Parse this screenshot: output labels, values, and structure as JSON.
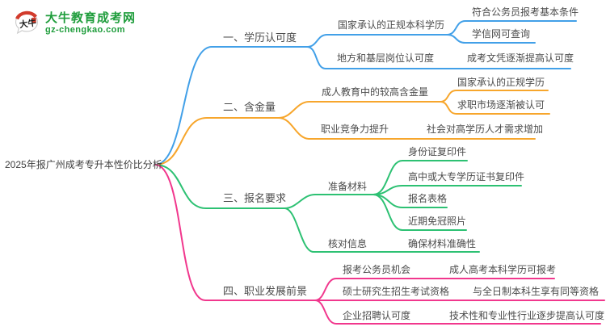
{
  "logo": {
    "icon_text": "大牛",
    "site_name": "大牛教育成考网",
    "site_url": "gz-chengkao.com"
  },
  "colors": {
    "branch1": "#42a0e8",
    "branch2": "#f7a62c",
    "branch3": "#2dc173",
    "branch4": "#f1378d",
    "text": "#4b4b4b",
    "logo_green": "#1f9d3c",
    "logo_red": "#d23b2c"
  },
  "root": {
    "label": "2025年报广州成考专升本性价比分析"
  },
  "branches": [
    {
      "label": "一、学历认可度",
      "children": [
        {
          "label": "国家承认的正规本科学历",
          "children": [
            {
              "label": "符合公务员报考基本条件"
            },
            {
              "label": "学信网可查询"
            }
          ]
        },
        {
          "label": "地方和基层岗位认可度",
          "children": [
            {
              "label": "成考文凭逐渐提高认可度"
            }
          ]
        }
      ]
    },
    {
      "label": "二、含金量",
      "children": [
        {
          "label": "成人教育中的较高含金量",
          "children": [
            {
              "label": "国家承认的正规学历"
            },
            {
              "label": "求职市场逐渐被认可"
            }
          ]
        },
        {
          "label": "职业竞争力提升",
          "children": [
            {
              "label": "社会对高学历人才需求增加"
            }
          ]
        }
      ]
    },
    {
      "label": "三、报名要求",
      "children": [
        {
          "label": "准备材料",
          "children": [
            {
              "label": "身份证复印件"
            },
            {
              "label": "高中或大专学历证书复印件"
            },
            {
              "label": "报名表格"
            },
            {
              "label": "近期免冠照片"
            }
          ]
        },
        {
          "label": "核对信息",
          "children": [
            {
              "label": "确保材料准确性"
            }
          ]
        }
      ]
    },
    {
      "label": "四、职业发展前景",
      "children": [
        {
          "label": "报考公务员机会",
          "children": [
            {
              "label": "成人高考本科学历可报考"
            }
          ]
        },
        {
          "label": "硕士研究生招生考试资格",
          "children": [
            {
              "label": "与全日制本科生享有同等资格"
            }
          ]
        },
        {
          "label": "企业招聘认可度",
          "children": [
            {
              "label": "技术性和专业性行业逐步提高认可度"
            }
          ]
        }
      ]
    }
  ]
}
